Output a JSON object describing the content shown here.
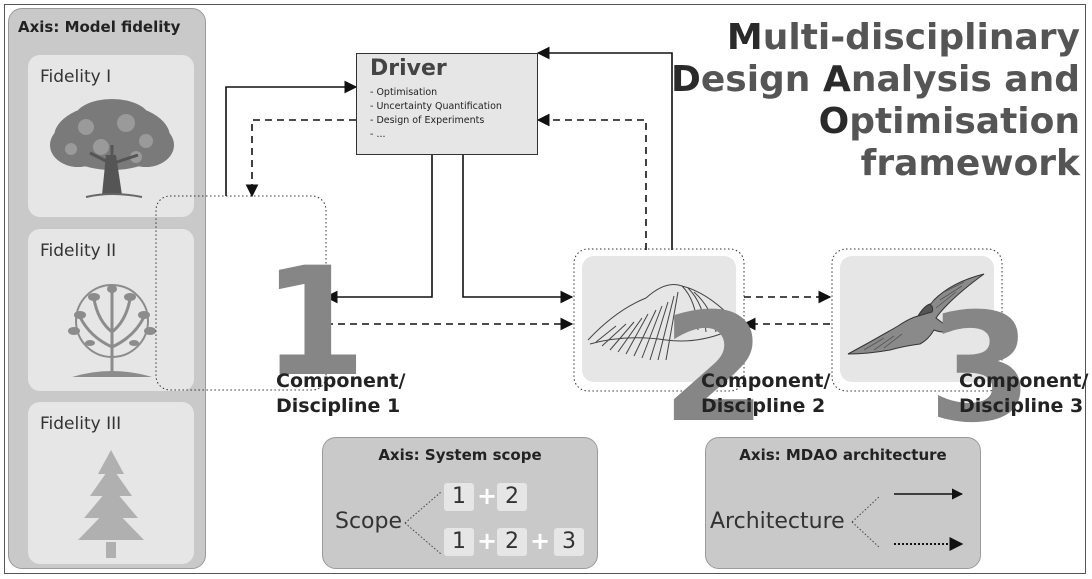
{
  "model_fidelity_axis": {
    "title": "Axis: Model fidelity",
    "levels": [
      {
        "label": "Fidelity I",
        "icon": "oak-tree-icon"
      },
      {
        "label": "Fidelity II",
        "icon": "stylized-tree-icon"
      },
      {
        "label": "Fidelity III",
        "icon": "pine-tree-icon"
      }
    ]
  },
  "driver": {
    "title": "Driver",
    "items": [
      "- Optimisation",
      "- Uncertainty Quantification",
      "- Design of Experiments",
      "- ..."
    ]
  },
  "framework_title": {
    "line1": {
      "cap": "M",
      "rest": "ulti-disciplinary"
    },
    "line2": {
      "cap1": "D",
      "mid": "esign ",
      "cap2": "A",
      "rest": "nalysis and"
    },
    "line3": {
      "cap": "O",
      "rest": "ptimisation"
    },
    "line4": "framework"
  },
  "components": [
    {
      "number": "1",
      "line1": "Component/",
      "line2": "Discipline 1"
    },
    {
      "number": "2",
      "line1": "Component/",
      "line2": "Discipline 2",
      "icon": "mountain-icon"
    },
    {
      "number": "3",
      "line1": "Component/",
      "line2": "Discipline 3",
      "icon": "hawk-icon"
    }
  ],
  "system_scope_axis": {
    "title": "Axis: System scope",
    "label": "Scope",
    "row1": [
      "1",
      "2"
    ],
    "row2": [
      "1",
      "2",
      "3"
    ],
    "plus": "+"
  },
  "mdao_architecture_axis": {
    "title": "Axis: MDAO architecture",
    "label": "Architecture"
  },
  "colors": {
    "panel": "#c9c9c9",
    "card": "#e6e6e6",
    "title_grey": "#555555",
    "number_grey": "#868686"
  }
}
